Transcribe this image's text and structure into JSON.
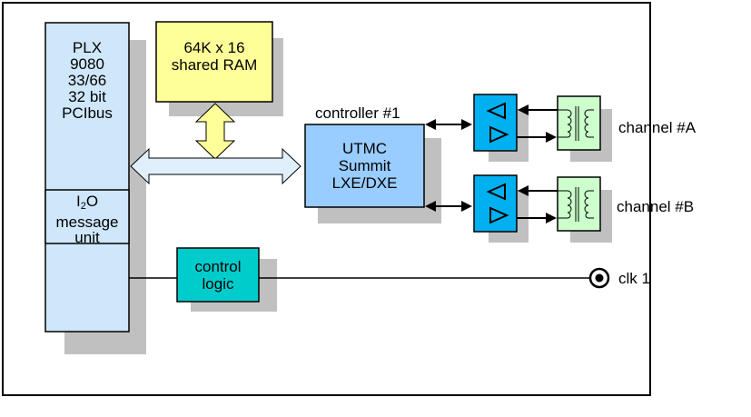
{
  "diagram": {
    "plx_block": [
      "PLX",
      "9080",
      "33/66",
      "32 bit",
      "PCIbus"
    ],
    "i2o_block": {
      "line1_main": "I",
      "line1_sub": "2",
      "line1_rest": "O",
      "line2": "message",
      "line3": "unit"
    },
    "ram_block": [
      "64K x 16",
      "shared RAM"
    ],
    "controller_label": "controller #1",
    "utmc_block": [
      "UTMC",
      "Summit",
      "LXE/DXE"
    ],
    "control_logic_block": [
      "control",
      "logic"
    ],
    "channel_a_label": "channel #A",
    "channel_b_label": "channel #B",
    "clock_label": "clk 1",
    "colors": {
      "plx_fill": "#cfe7fa",
      "ram_fill": "#ffff99",
      "utmc_fill": "#99ccff",
      "control_logic_fill": "#00cccc",
      "transceiver_fill": "#00b0f0",
      "transformer_fill": "#ccffcc",
      "bus_arrow_fill": "#dff0fc",
      "ram_arrow_fill": "#ffff99",
      "shadow": "#c0c0c0"
    },
    "icons": [
      "transceiver-icon",
      "transformer-icon",
      "clock-connector-icon"
    ]
  }
}
